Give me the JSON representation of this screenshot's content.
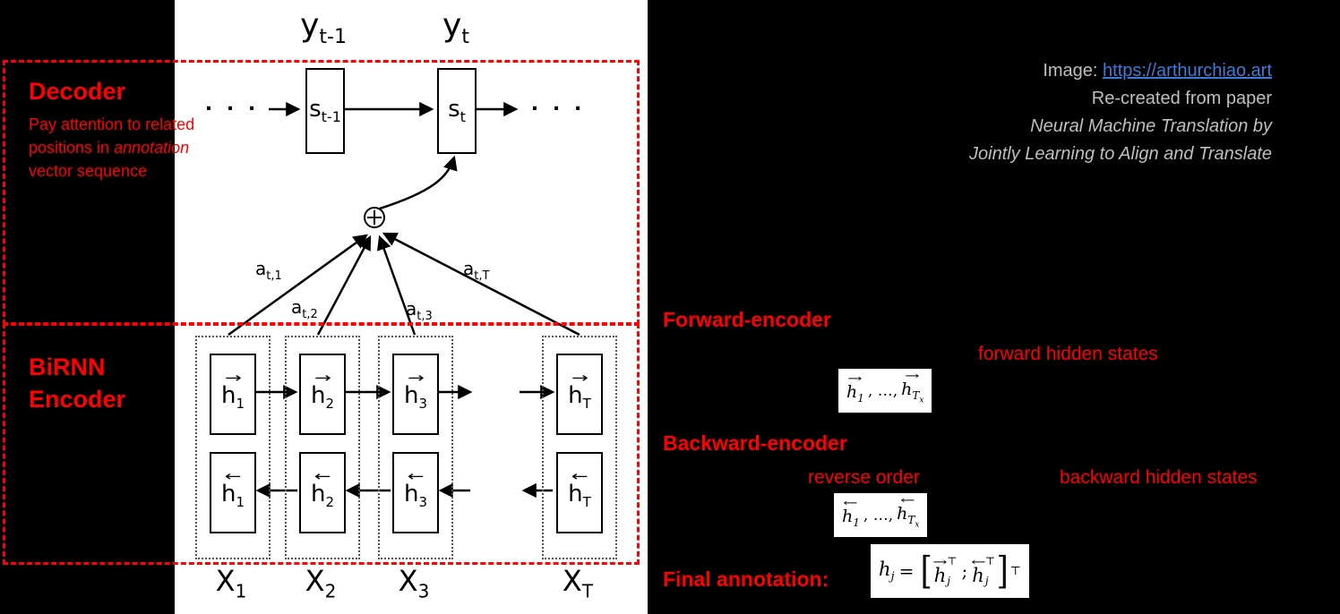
{
  "credit": {
    "image_label": "Image: ",
    "link_text": "https://arthurchiao.art",
    "line2": "Re-created from paper",
    "line3": "Neural Machine Translation by",
    "line4": "Jointly Learning to Align and Translate"
  },
  "decoder_box": {
    "title": "Decoder",
    "caption_l1": "Pay attention to related",
    "caption_l2a": "positions in ",
    "caption_l2b": "annotation",
    "caption_l3": "vector sequence"
  },
  "encoder_box": {
    "title_l1": "BiRNN",
    "title_l2": "Encoder"
  },
  "diagram": {
    "dots_left": ". . .",
    "dots_right": ". . .",
    "y_prev": {
      "base": "y",
      "sub": "t-1"
    },
    "y_cur": {
      "base": "y",
      "sub": "t"
    },
    "s_prev": {
      "base": "s",
      "sub": "t-1"
    },
    "s_cur": {
      "base": "s",
      "sub": "t"
    },
    "alpha": [
      {
        "base": "a",
        "sub": "t,1"
      },
      {
        "base": "a",
        "sub": "t,2"
      },
      {
        "base": "a",
        "sub": "t,3"
      },
      {
        "base": "a",
        "sub": "t,T"
      }
    ],
    "forward": {
      "arrow": "→",
      "cells": [
        {
          "base": "h",
          "sub": "1"
        },
        {
          "base": "h",
          "sub": "2"
        },
        {
          "base": "h",
          "sub": "3"
        },
        {
          "base": "h",
          "sub": "T"
        }
      ]
    },
    "backward": {
      "arrow": "←",
      "cells": [
        {
          "base": "h",
          "sub": "1"
        },
        {
          "base": "h",
          "sub": "2"
        },
        {
          "base": "h",
          "sub": "3"
        },
        {
          "base": "h",
          "sub": "T"
        }
      ]
    },
    "x_labels": [
      {
        "base": "X",
        "sub": "1"
      },
      {
        "base": "X",
        "sub": "2"
      },
      {
        "base": "X",
        "sub": "3"
      },
      {
        "base": "X",
        "sub": "T"
      }
    ]
  },
  "labels": {
    "forward_encoder": "Forward-encoder",
    "forward_hidden_states": "forward hidden states",
    "backward_encoder": "Backward-encoder",
    "reverse_order": "reverse order",
    "backward_hidden_states": "backward hidden states",
    "final_annotation": "Final annotation:"
  },
  "formulas": {
    "forward": {
      "arrow": "→",
      "v1_base": "h",
      "v1_sub": "1",
      "sep": ", …,",
      "v2_base": "h",
      "v2_sub": "T",
      "v2_subsub": "x"
    },
    "backward": {
      "arrow": "←",
      "v1_base": "h",
      "v1_sub": "1",
      "sep": ", …,",
      "v2_base": "h",
      "v2_sub": "T",
      "v2_subsub": "x"
    },
    "final": {
      "lhs_base": "h",
      "lhs_sub": "j",
      "equals": "=",
      "lbracket": "[",
      "rbracket": "]",
      "separator": ";",
      "t1_arrow": "→",
      "t1_base": "h",
      "t1_sub": "j",
      "t1_sup": "⊤",
      "t2_arrow": "←",
      "t2_base": "h",
      "t2_sub": "j",
      "t2_sup": "⊤",
      "outer_sup": "⊤"
    }
  },
  "colors": {
    "red": "#ff0000",
    "gray": "#bfbfbf",
    "link_blue": "#3e7bd6",
    "panel": "#ffffff",
    "bg": "#000000"
  }
}
